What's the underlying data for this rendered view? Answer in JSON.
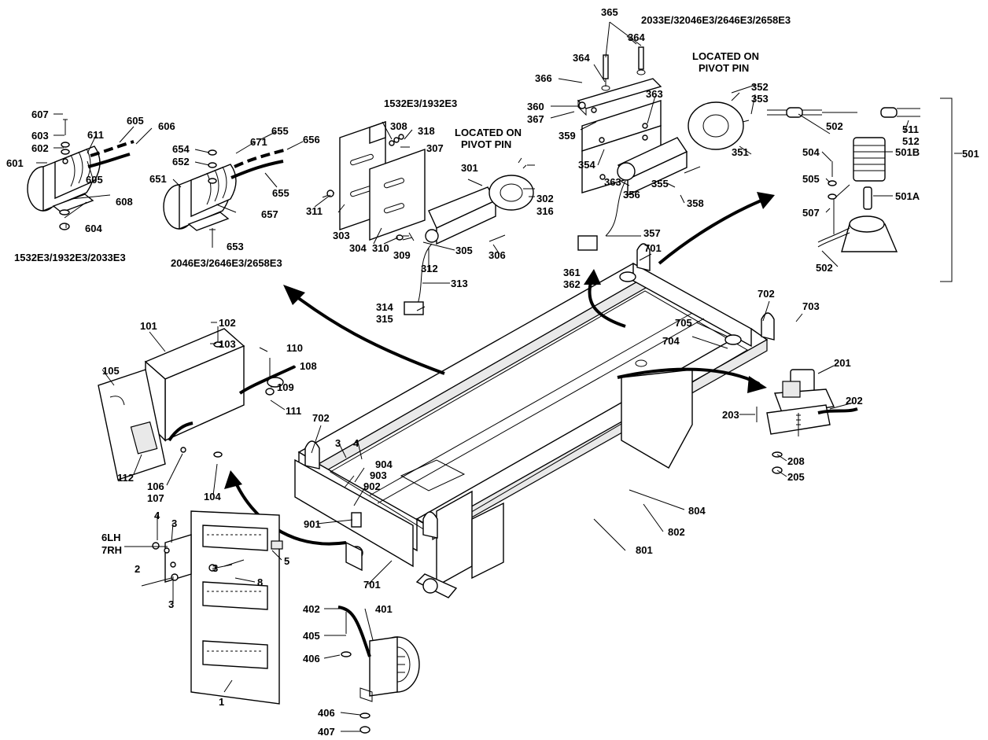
{
  "diagram": {
    "model_labels": {
      "beacon_left": "1532E3/1932E3/2033E3",
      "beacon_right": "2046E3/2646E3/2658E3",
      "switch_left": "1532E3/1932E3",
      "switch_right": "2033E/32046E3/2646E3/2658E3",
      "pivot_note_left": [
        "LOCATED ON",
        "PIVOT PIN"
      ],
      "pivot_note_right": [
        "LOCATED ON",
        "PIVOT PIN"
      ]
    },
    "callouts": {
      "c607": "607",
      "c603": "603",
      "c602": "602",
      "c601": "601",
      "c611": "611",
      "c605a": "605",
      "c606": "606",
      "c605b": "605",
      "c608": "608",
      "c604": "604",
      "c654": "654",
      "c652": "652",
      "c651": "651",
      "c671": "671",
      "c655a": "655",
      "c656": "656",
      "c655b": "655",
      "c657": "657",
      "c653": "653",
      "c308": "308",
      "c318": "318",
      "c307": "307",
      "c301": "301",
      "c302": "302",
      "c316": "316",
      "c311": "311",
      "c303": "303",
      "c304": "304",
      "c310": "310",
      "c309": "309",
      "c305": "305",
      "c306": "306",
      "c312": "312",
      "c313": "313",
      "c314": "314",
      "c315": "315",
      "c365": "365",
      "c364a": "364",
      "c364b": "364",
      "c366": "366",
      "c360": "360",
      "c367": "367",
      "c359": "359",
      "c363a": "363",
      "c354": "354",
      "c363b": "363",
      "c356": "356",
      "c355": "355",
      "c358": "358",
      "c357": "357",
      "c361": "361",
      "c362": "362",
      "c351": "351",
      "c352": "352",
      "c353": "353",
      "c502a": "502",
      "c511": "511",
      "c512": "512",
      "c504": "504",
      "c501B": "501B",
      "c505": "505",
      "c501A": "501A",
      "c507": "507",
      "c502b": "502",
      "c501": "501",
      "c701a": "701",
      "c702a": "702",
      "c703": "703",
      "c705": "705",
      "c704": "704",
      "c201": "201",
      "c202": "202",
      "c203": "203",
      "c208": "208",
      "c205": "205",
      "c101": "101",
      "c102": "102",
      "c103": "103",
      "c110": "110",
      "c108": "108",
      "c109": "109",
      "c105": "105",
      "c111": "111",
      "c112": "112",
      "c106": "106",
      "c107": "107",
      "c104": "104",
      "c702b": "702",
      "c3a": "3",
      "c4a": "4",
      "c904": "904",
      "c903": "903",
      "c902": "902",
      "c901": "901",
      "c701b": "701",
      "c804": "804",
      "c802": "802",
      "c801": "801",
      "c4b": "4",
      "c3b": "3",
      "c6LH": "6LH",
      "c7RH": "7RH",
      "c5": "5",
      "c3c": "3",
      "c2": "2",
      "c8": "8",
      "c3d": "3",
      "c1": "1",
      "c402": "402",
      "c401": "401",
      "c405": "405",
      "c406a": "406",
      "c406b": "406",
      "c407": "407"
    }
  }
}
